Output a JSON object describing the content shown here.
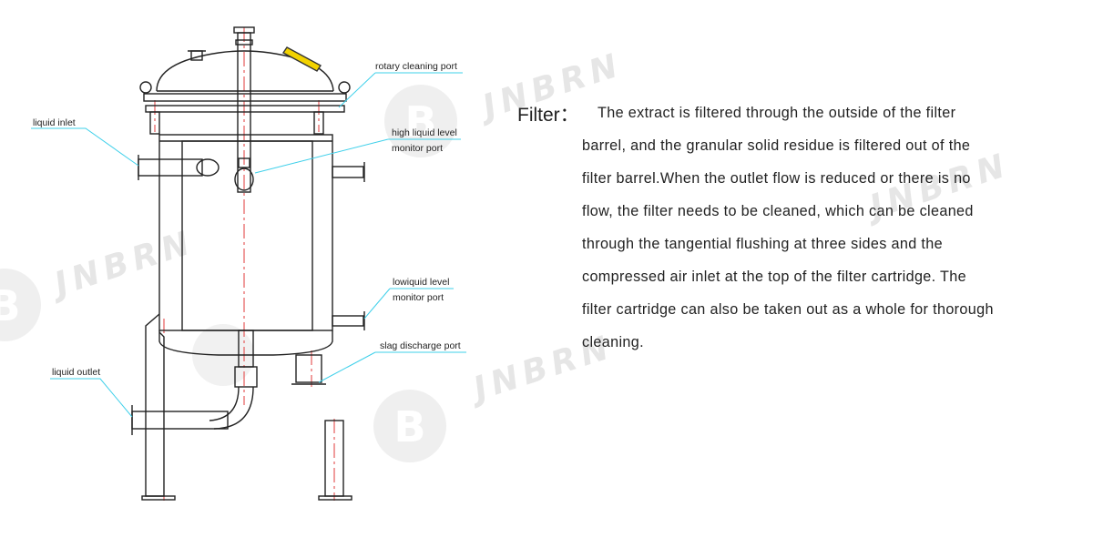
{
  "watermark": {
    "text": "JNBRN",
    "logo_letter": "B"
  },
  "labels": {
    "rotary_cleaning_port": "rotary cleaning port",
    "liquid_inlet": "liquid inlet",
    "high_level_1": "high liquid level",
    "high_level_2": "monitor port",
    "low_level_1": "lowiquid level",
    "low_level_2": "monitor port",
    "slag_discharge_port": "slag discharge port",
    "liquid_outlet": "liquid outlet"
  },
  "description": {
    "title": "Filter：",
    "lines": [
      "The extract is filtered through the outside of the filter",
      "barrel, and the granular solid residue is filtered out of the",
      "filter barrel.When the outlet flow is reduced or there is no",
      "flow, the filter needs to be cleaned, which can be cleaned",
      "through the tangential flushing at three sides and the",
      "compressed air inlet at the top of the filter cartridge. The",
      "filter cartridge can also be taken out as a whole for thorough",
      "cleaning."
    ]
  },
  "colors": {
    "outline": "#222222",
    "leader": "#3fd0ea",
    "centerline": "#e23a3a",
    "watermark": "#e6e6e6"
  }
}
